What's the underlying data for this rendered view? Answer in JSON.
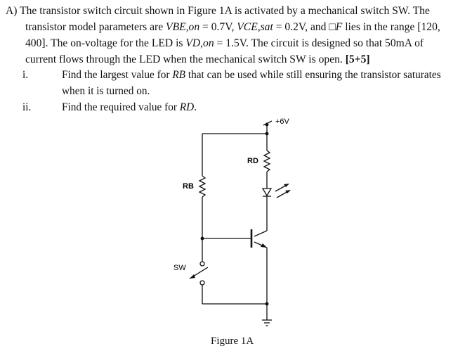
{
  "question": {
    "label": "A)",
    "line1": "The transistor switch circuit shown in Figure 1A is activated by a mechanical switch SW. The",
    "line2_a": "transistor model parameters are ",
    "vbe_sym": "VBE,on",
    "line2_b": " = 0.7V, ",
    "vce_sym": "VCE,sat",
    "line2_c": " = 0.2V, and ",
    "beta_sym": "□F",
    "line2_d": " lies in the range [120,",
    "line3_a": "400]. The on-voltage for the LED is ",
    "vd_sym": "VD,on",
    "line3_b": " = 1.5V. The circuit is designed so that 50mA of",
    "line4_a": "current flows through the LED when the mechanical switch SW is open. ",
    "marks": "[5+5]"
  },
  "subparts": [
    {
      "num": "i.",
      "text_a": "Find the largest value for ",
      "sym": "RB",
      "text_b": " that can be used while still ensuring the transistor saturates",
      "cont": "when it is turned on."
    },
    {
      "num": "ii.",
      "text_a": "Find the required value for ",
      "sym": "RD",
      "text_b": "."
    }
  ],
  "figure": {
    "supply_label": "+6V",
    "rd_label": "RD",
    "rb_label": "RB",
    "sw_label": "SW",
    "caption": "Figure 1A"
  }
}
